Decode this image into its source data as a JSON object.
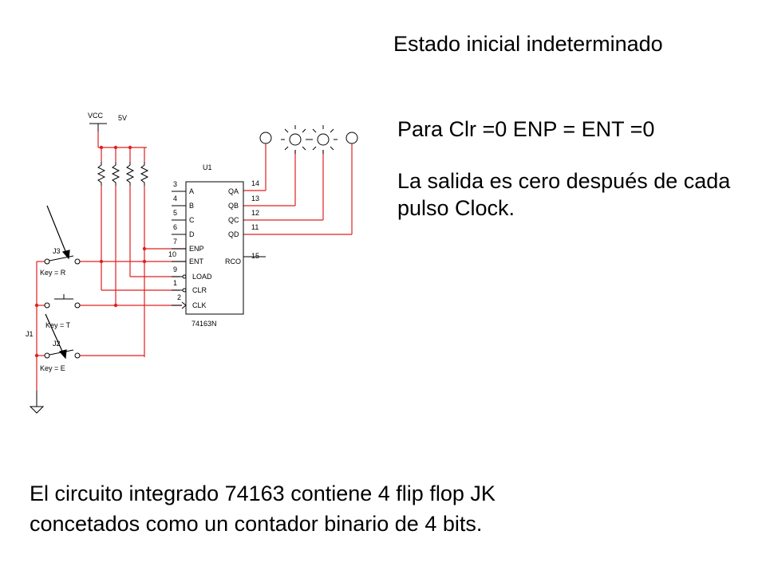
{
  "slide": {
    "title": "Estado inicial indeterminado",
    "condition": "Para Clr =0 ENP = ENT =0",
    "result": "La salida es cero después de cada pulso Clock.",
    "footer_line1": "El circuito integrado 74163 contiene 4 flip flop JK",
    "footer_line2": "concetados como un contador binario de 4 bits."
  },
  "schematic": {
    "vcc_label": "VCC",
    "voltage_label": "5V",
    "chip_ref": "U1",
    "chip_part": "74163N",
    "left_pins": [
      {
        "num": "3",
        "name": "A"
      },
      {
        "num": "4",
        "name": "B"
      },
      {
        "num": "5",
        "name": "C"
      },
      {
        "num": "6",
        "name": "D"
      },
      {
        "num": "7",
        "name": "ENP"
      },
      {
        "num": "10",
        "name": "ENT"
      },
      {
        "num": "9",
        "name": "LOAD"
      },
      {
        "num": "1",
        "name": "CLR"
      },
      {
        "num": "2",
        "name": "CLK"
      }
    ],
    "right_pins": [
      {
        "num": "14",
        "name": "QA"
      },
      {
        "num": "13",
        "name": "QB"
      },
      {
        "num": "12",
        "name": "QC"
      },
      {
        "num": "11",
        "name": "QD"
      },
      {
        "num": "15",
        "name": "RCO"
      }
    ],
    "switch_j3_ref": "J3",
    "switch_j3_key": "Key = R",
    "switch_j1_ref": "J1",
    "switch_j1_key": "Key = T",
    "switch_j2_ref": "J2",
    "switch_j2_key": "Key = E",
    "wire_color": "#e02020",
    "line_color": "#000000"
  }
}
